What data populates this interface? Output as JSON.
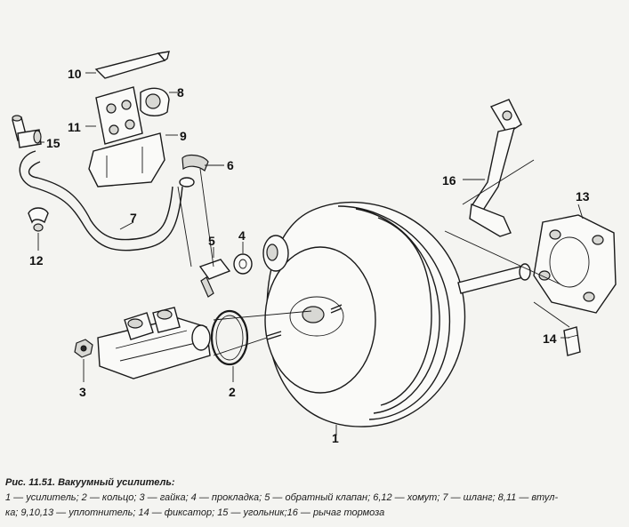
{
  "figure": {
    "title": "Рис. 11.51. Вакуумный усилитель:",
    "legend_line1": "1 — усилитель; 2 — кольцо; 3 — гайка; 4 — прокладка; 5 — обратный клапан; 6,12 — хомут; 7 — шланг; 8,11 — втул-",
    "legend_line2": "ка; 9,10,13 — уплотнитель; 14 — фиксатор; 15 — угольник;16 — рычаг тормоза"
  },
  "callouts": {
    "c1": "1",
    "c2": "2",
    "c3": "3",
    "c4": "4",
    "c5": "5",
    "c6": "6",
    "c7": "7",
    "c8": "8",
    "c9": "9",
    "c10": "10",
    "c11": "11",
    "c12": "12",
    "c13": "13",
    "c14": "14",
    "c15": "15",
    "c16": "16"
  }
}
